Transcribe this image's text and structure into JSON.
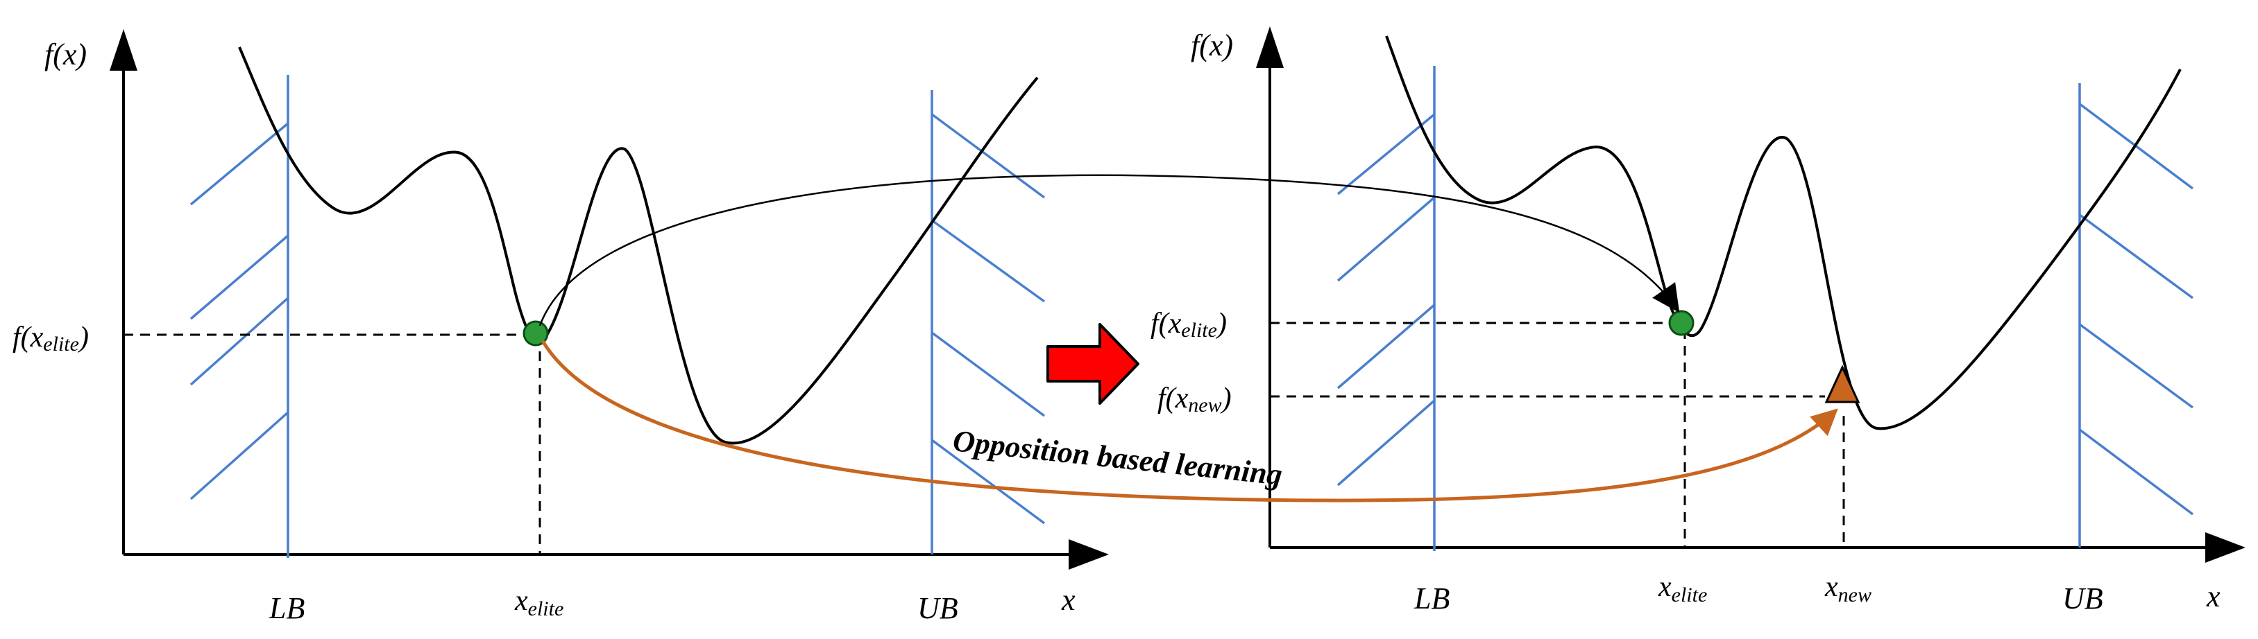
{
  "left_panel": {
    "y_axis_label": "f(x)",
    "x_axis_label": "x",
    "lb_label": "LB",
    "ub_label": "UB",
    "x_elite_label": {
      "base": "x",
      "sub": "elite"
    },
    "f_elite_label": {
      "prefix": "f(x",
      "sub": "elite",
      "suffix": ")"
    }
  },
  "right_panel": {
    "y_axis_label": "f(x)",
    "x_axis_label": "x",
    "lb_label": "LB",
    "ub_label": "UB",
    "x_elite_label": {
      "base": "x",
      "sub": "elite"
    },
    "x_new_label": {
      "base": "x",
      "sub": "new"
    },
    "f_elite_label": {
      "prefix": "f(x",
      "sub": "elite",
      "suffix": ")"
    },
    "f_new_label": {
      "prefix": "f(x",
      "sub": "new",
      "suffix": ")"
    }
  },
  "transition_arrow_icon": "right-arrow-icon",
  "opposition_label": "Opposition based learning",
  "colors": {
    "axis": "#000000",
    "curve": "#000000",
    "bound_line": "#4a7fcf",
    "elite_point": "#2e9b3a",
    "new_point": "#c8651e",
    "obl_arrow": "#c8651e",
    "transition_arrow": "#ff0000"
  }
}
